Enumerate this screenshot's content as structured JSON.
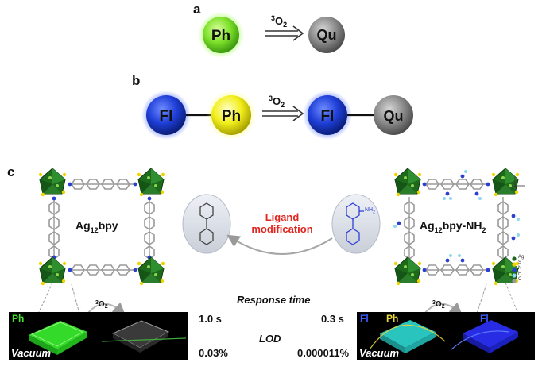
{
  "panel_a": {
    "label": "a",
    "start": "Ph",
    "end": "Qu",
    "reagent_sup": "3",
    "reagent_main": "O",
    "reagent_sub": "2"
  },
  "panel_b": {
    "label": "b",
    "donor": "Fl",
    "acceptor": "Ph",
    "product_donor": "Fl",
    "product_end": "Qu",
    "reagent_sup": "3",
    "reagent_main": "O",
    "reagent_sub": "2"
  },
  "panel_c": {
    "label": "c",
    "left_framework_main": "Ag",
    "left_framework_sub": "12",
    "left_framework_tail": "bpy",
    "right_framework_main": "Ag",
    "right_framework_sub": "12",
    "right_framework_mid": "bpy-NH",
    "right_framework_sub2": "2",
    "ligand_label_line1": "Ligand",
    "ligand_label_line2": "modification",
    "amine_label": "NH",
    "amine_sub": "2",
    "legend": [
      "Ag",
      "S",
      "N",
      "H",
      "C"
    ],
    "response_time_label": "Response time",
    "lod_label": "LOD",
    "response_left": "1.0 s",
    "response_right": "0.3 s",
    "lod_left": "0.03%",
    "lod_right": "0.000011%",
    "photo_left": {
      "fluorescent_label": "Ph",
      "condition": "Vacuum"
    },
    "photo_right": {
      "label_fl": "Fl",
      "label_ph": "Ph",
      "condition": "Vacuum",
      "label_fl2": "Fl"
    },
    "oxygen_left": "O",
    "oxygen_right": "O",
    "oxygen_sup": "3",
    "oxygen_sub": "2"
  },
  "colors": {
    "ph_green": "#7de02a",
    "ph_yellow": "#f2ee1c",
    "fl_blue": "#1f3fd8",
    "qu_gray": "#8c8c8c",
    "ligand_text_red": "#e0261f"
  }
}
